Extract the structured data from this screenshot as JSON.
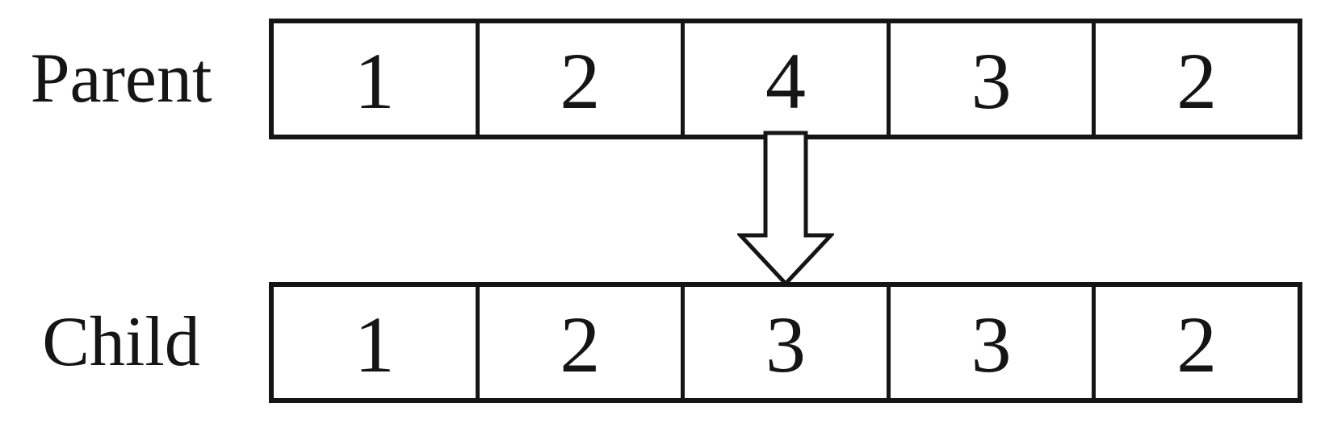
{
  "rows": [
    {
      "label": "Parent",
      "cells": [
        "1",
        "2",
        "4",
        "3",
        "2"
      ]
    },
    {
      "label": "Child",
      "cells": [
        "1",
        "2",
        "3",
        "3",
        "2"
      ]
    }
  ],
  "arrow": {
    "icon": "down-block-arrow",
    "from": "Parent cell 3 (value 4)",
    "to": "Child cell 3 (value 3)"
  },
  "colors": {
    "line": "#151515",
    "background": "#ffffff"
  }
}
